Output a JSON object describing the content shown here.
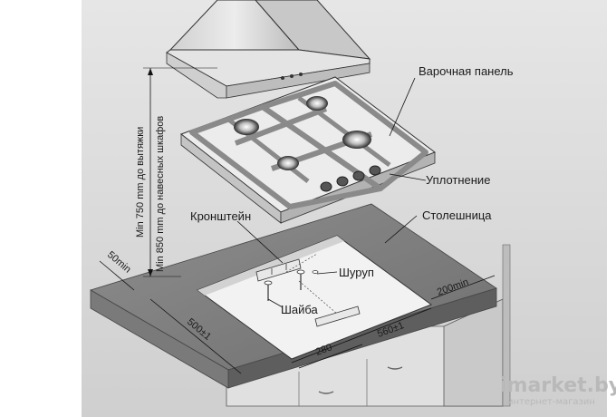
{
  "labels": {
    "hob": "Варочная панель",
    "seal": "Уплотнение",
    "countertop": "Столешница",
    "bracket": "Кронштейн",
    "screw": "Шуруп",
    "washer": "Шайба"
  },
  "dimensions": {
    "left_gap": "50min",
    "right_gap": "200min",
    "depth": "500±1",
    "width": "560±1",
    "half_width": "280",
    "hood_min": "Min 750 mm до вытяжки",
    "cabinet_min": "Min 850 mm до навесных шкафов"
  },
  "watermark": {
    "brand": "imarket.by",
    "tagline": "интернет-магазин"
  }
}
